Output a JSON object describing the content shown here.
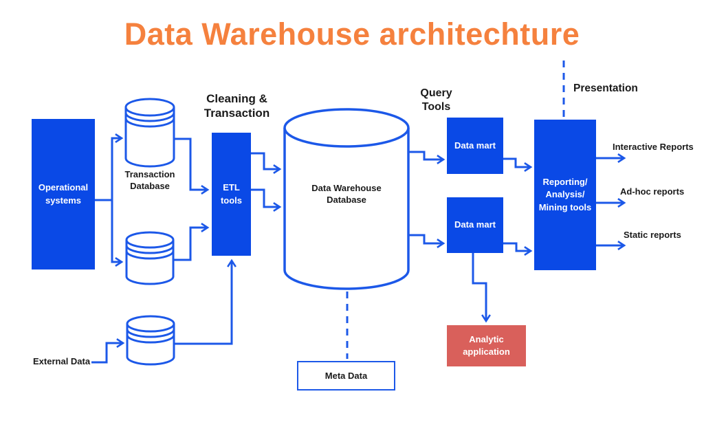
{
  "title": "Data Warehouse architechture",
  "colors": {
    "title_orange": "#F5813E",
    "node_blue": "#0A49E6",
    "line_blue": "#1C58E8",
    "analytic_red": "#D9605B",
    "label_dark": "#1A1A1A",
    "node_text": "#FFFFFF",
    "background": "#FFFFFF"
  },
  "section_labels": {
    "cleaning_transaction": "Cleaning &\nTransaction",
    "query_tools": "Query\nTools",
    "presentation": "Presentation"
  },
  "nodes": {
    "operational_systems": "Operational\nsystems",
    "transaction_database": "Transaction\nDatabase",
    "etl_tools": "ETL\ntools",
    "data_warehouse_database": "Data Warehouse\nDatabase",
    "external_data": "External Data",
    "meta_data": "Meta Data",
    "data_mart_top": "Data mart",
    "data_mart_bottom": "Data mart",
    "reporting_tools": "Reporting/\nAnalysis/\nMining tools",
    "analytic_application": "Analytic\napplication"
  },
  "outputs": {
    "interactive": "Interactive Reports",
    "adhoc": "Ad-hoc reports",
    "static": "Static reports"
  }
}
